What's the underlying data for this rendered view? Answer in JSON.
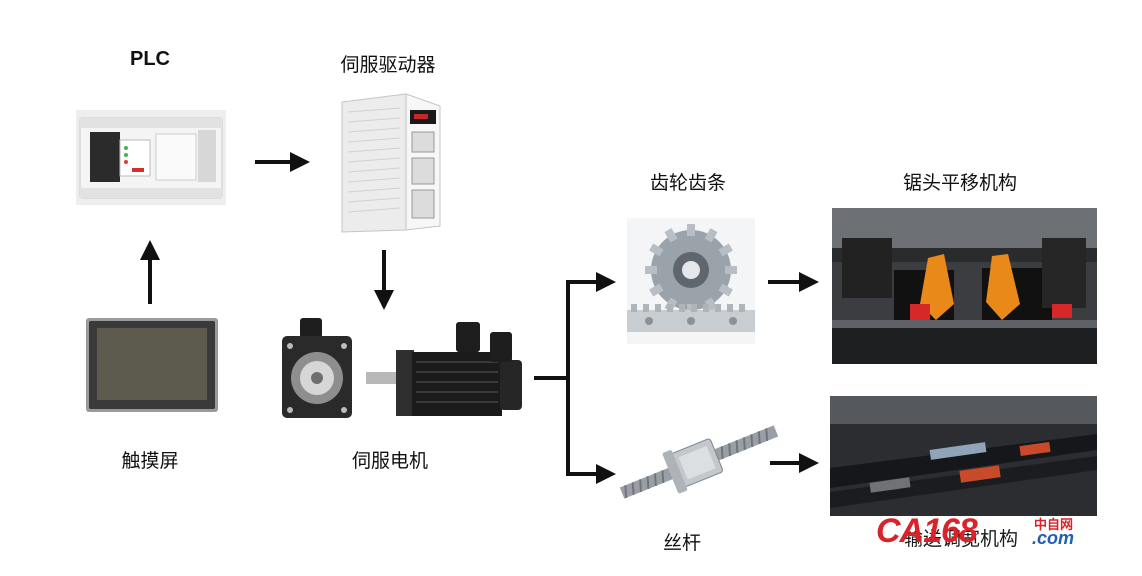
{
  "nodes": {
    "plc": "PLC",
    "servo_drive": "伺服驱动器",
    "touch_screen": "触摸屏",
    "servo_motor": "伺服电机",
    "gear_rack": "齿轮齿条",
    "saw_head": "锯头平移机构",
    "ball_screw": "丝杆",
    "conveyor": "输送调宽机构"
  },
  "watermark": {
    "logo_main": "CA168",
    "logo_cn": "中自网",
    "logo_domain": ".com"
  },
  "colors": {
    "arrow": "#111111",
    "watermark_red": "#d9232a",
    "watermark_blue": "#1f5fb4",
    "machine_orange": "#e8891a"
  }
}
